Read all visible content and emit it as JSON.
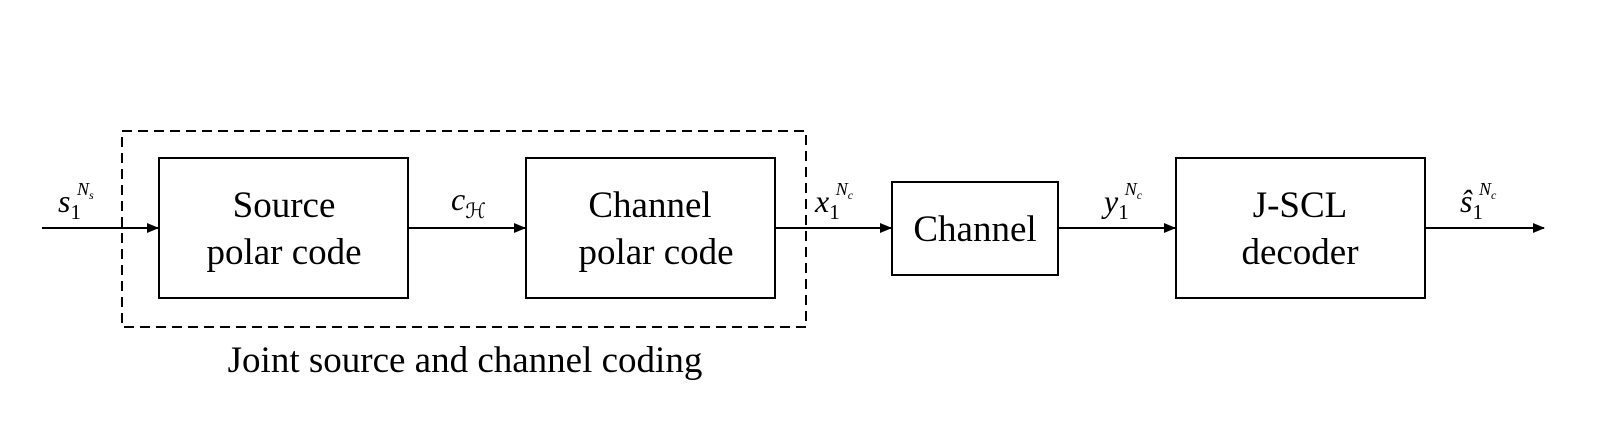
{
  "diagram": {
    "blocks": {
      "source_polar": {
        "line1": "Source",
        "line2": "polar code"
      },
      "channel_polar": {
        "line1": "Channel",
        "line2": "polar code"
      },
      "channel": {
        "label": "Channel"
      },
      "jscl": {
        "line1": "J-SCL",
        "line2": "decoder"
      }
    },
    "group_caption": "Joint source and channel coding",
    "signals": {
      "input": {
        "symbol": "s",
        "sub": "1",
        "sup": "N",
        "sup_sub": "s"
      },
      "codeword": {
        "symbol": "c",
        "sub": "ℋ"
      },
      "tx": {
        "symbol": "x",
        "sub": "1",
        "sup": "N",
        "sup_sub": "c"
      },
      "rx": {
        "symbol": "y",
        "sub": "1",
        "sup": "N",
        "sup_sub": "c"
      },
      "output": {
        "symbol": "ŝ",
        "sub": "1",
        "sup": "N",
        "sup_sub": "c"
      }
    }
  }
}
